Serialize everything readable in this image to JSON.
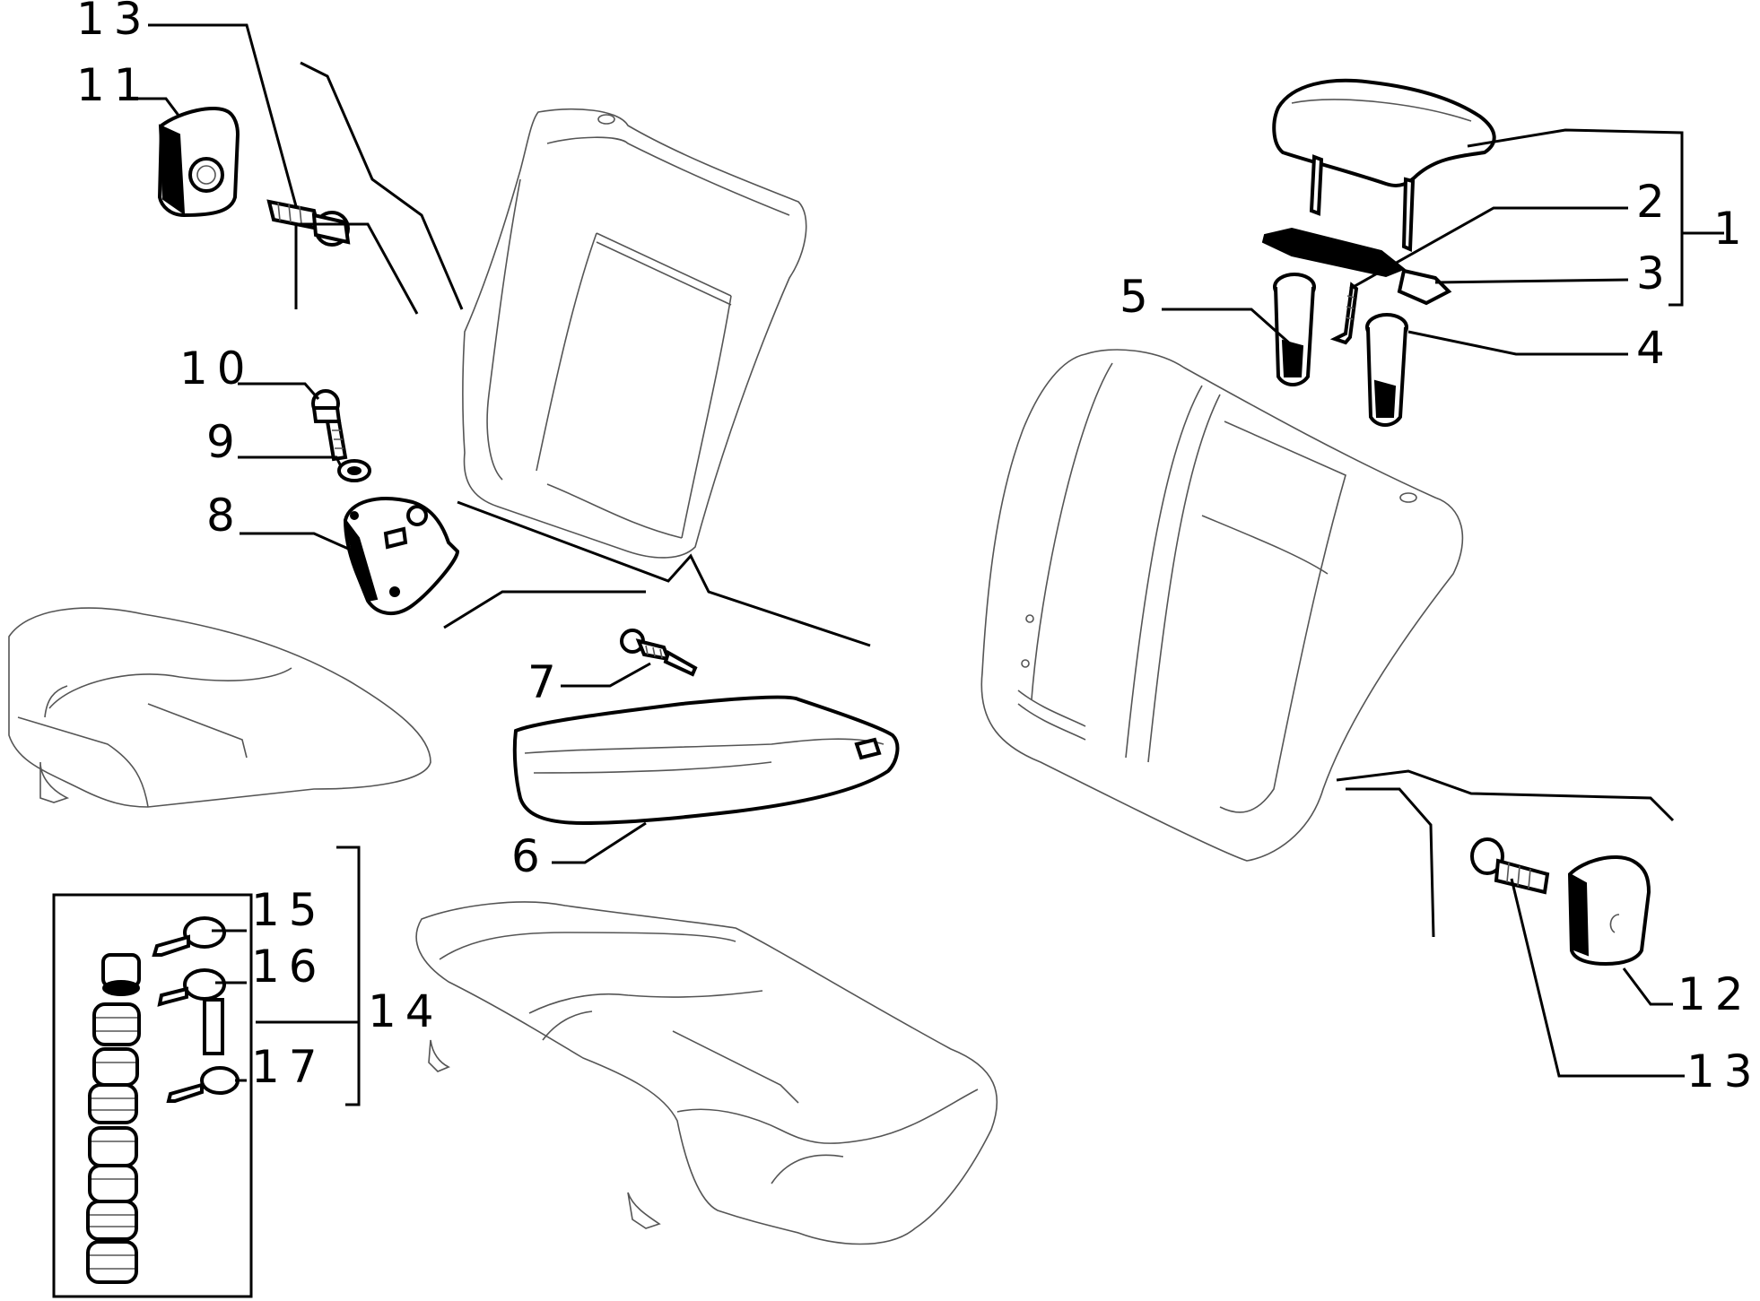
{
  "callouts": [
    {
      "id": "c1",
      "text": "1"
    },
    {
      "id": "c2",
      "text": "2"
    },
    {
      "id": "c3",
      "text": "3"
    },
    {
      "id": "c4",
      "text": "4"
    },
    {
      "id": "c5",
      "text": "5"
    },
    {
      "id": "c6",
      "text": "6"
    },
    {
      "id": "c7",
      "text": "7"
    },
    {
      "id": "c8",
      "text": "8"
    },
    {
      "id": "c9",
      "text": "9"
    },
    {
      "id": "c10",
      "text": "10"
    },
    {
      "id": "c11",
      "text": "11"
    },
    {
      "id": "c12",
      "text": "12"
    },
    {
      "id": "c13a",
      "text": "13"
    },
    {
      "id": "c13b",
      "text": "13"
    },
    {
      "id": "c14",
      "text": "14"
    },
    {
      "id": "c15",
      "text": "15"
    },
    {
      "id": "c16",
      "text": "16"
    },
    {
      "id": "c17",
      "text": "17"
    }
  ]
}
